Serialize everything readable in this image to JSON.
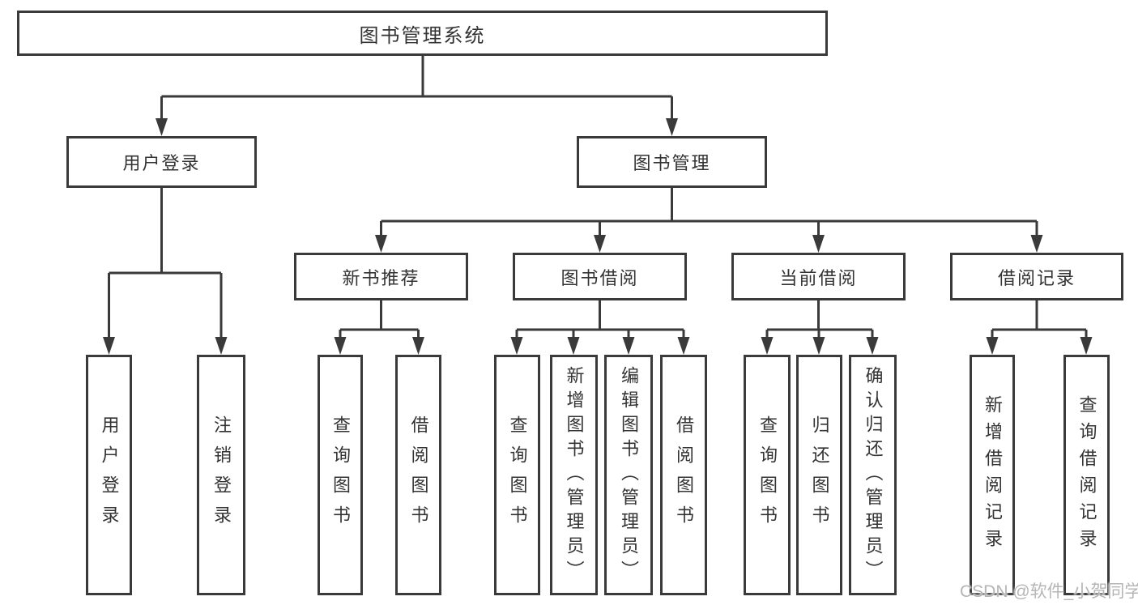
{
  "diagram": {
    "title": "图书管理系统",
    "level2": {
      "user_login": "用户登录",
      "book_management": "图书管理"
    },
    "level3": {
      "new_book_recommend": "新书推荐",
      "book_borrow": "图书借阅",
      "current_borrow": "当前借阅",
      "borrow_records": "借阅记录"
    },
    "leaves": {
      "user_login": [
        "用户登录",
        "注销登录"
      ],
      "new_book_recommend": [
        "查询图书",
        "借阅图书"
      ],
      "book_borrow": [
        "查询图书",
        "新增图书（管理员）",
        "编辑图书（管理员）",
        "借阅图书"
      ],
      "current_borrow": [
        "查询图书",
        "归还图书",
        "确认归还（管理员）"
      ],
      "borrow_records": [
        "新增借阅记录",
        "查询借阅记录"
      ]
    }
  },
  "watermark": {
    "text": "CSDN @软件_小贺同学"
  },
  "colors": {
    "line": "#3a3a3a",
    "text": "#333333",
    "watermark": "#b5b5b5",
    "background": "#ffffff"
  }
}
